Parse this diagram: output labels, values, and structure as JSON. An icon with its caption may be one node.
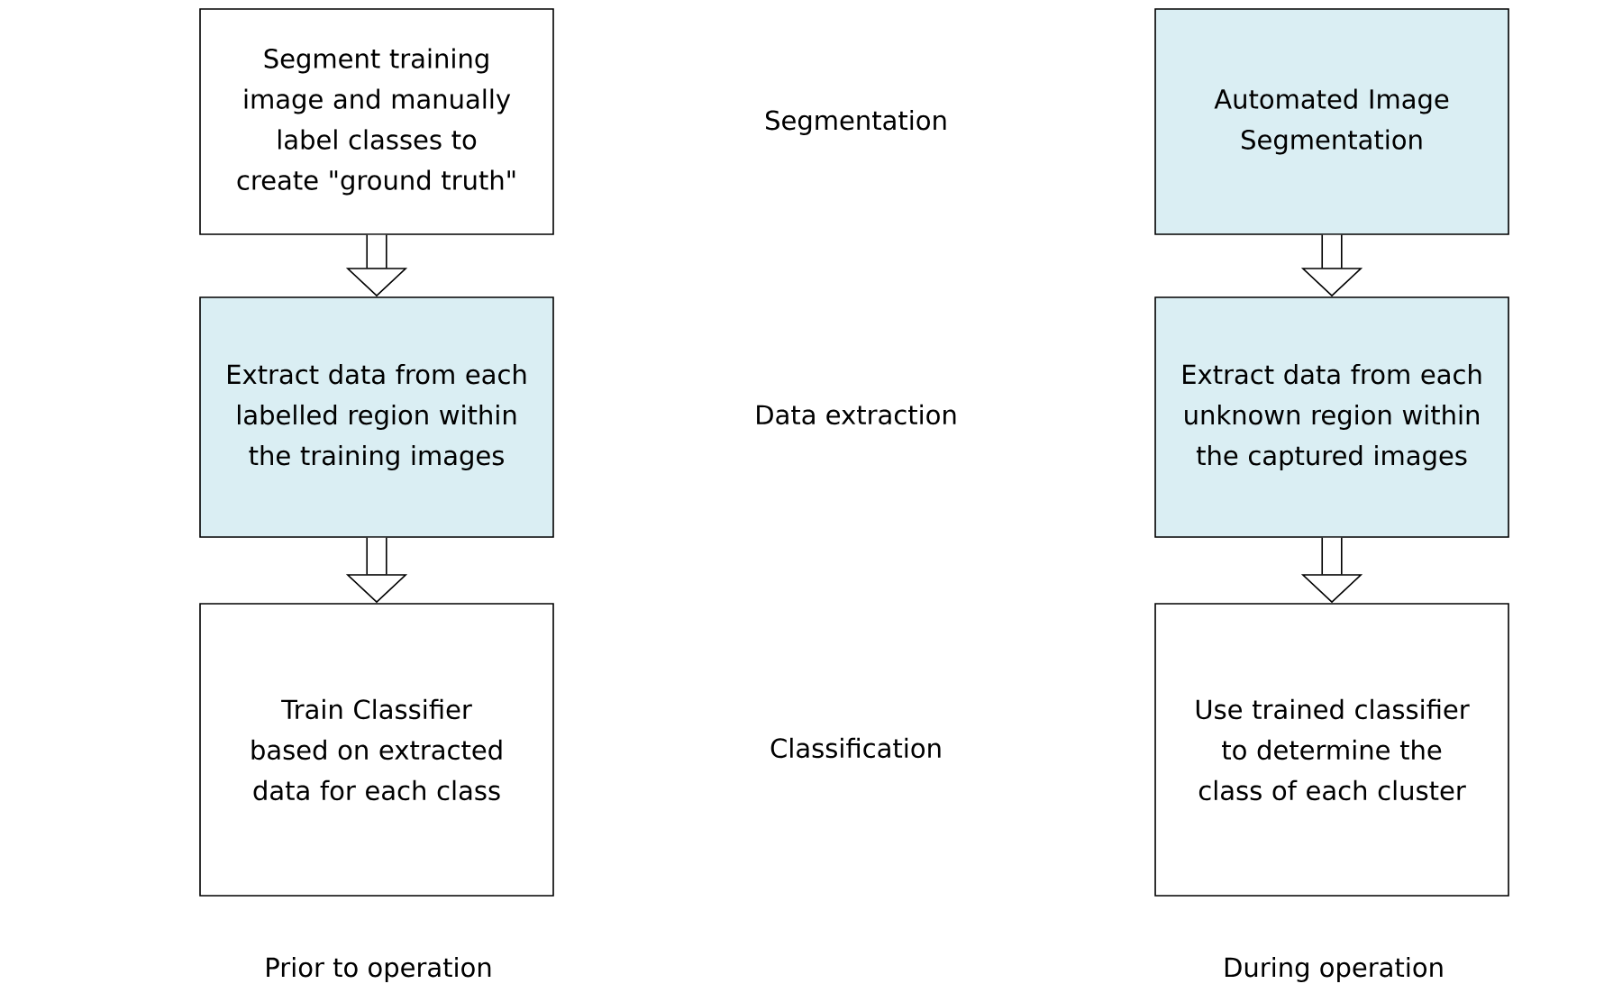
{
  "diagram": {
    "nodes": [
      {
        "text": [
          "Segment training image and manually label classes to create \"ground truth\""
        ]
      },
      {
        "text": [
          "Extract data from each labelled region within the training images"
        ]
      },
      {
        "text": [
          "Train Classifier based on extracted data for each class"
        ]
      },
      {
        "text": [
          "Automated Image Segmentation"
        ]
      },
      {
        "text": [
          "Extract data from each unknown region within the captured images"
        ]
      },
      {
        "text": [
          "Use trained classifier to determine the class of each cluster"
        ]
      }
    ],
    "edges": [
      {
        "from": 0,
        "to": 1,
        "arrow": "to"
      },
      {
        "from": 1,
        "to": 2,
        "arrow": "to"
      },
      {
        "from": 3,
        "to": 4,
        "arrow": "to"
      },
      {
        "from": 4,
        "to": 5,
        "arrow": "to"
      }
    ],
    "labels": [
      "Segmentation",
      "Data extraction",
      "Classification",
      "Prior to operation",
      "During operation"
    ]
  }
}
